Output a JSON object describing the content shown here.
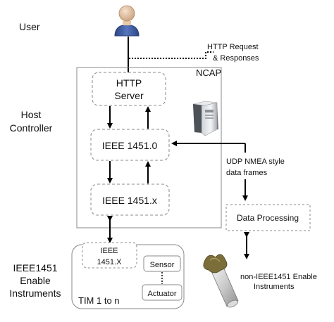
{
  "left_labels": {
    "user": "User",
    "host_line1": "Host",
    "host_line2": "Controller",
    "inst_line1": "IEEE1451",
    "inst_line2": "Enable",
    "inst_line3": "Instruments"
  },
  "annotations": {
    "http_line1": "HTTP Request",
    "http_line2": "& Responses",
    "udp_line1": "UDP NMEA style",
    "udp_line2": "data frames",
    "non_ieee_line1": "non-IEEE1451 Enable",
    "non_ieee_line2": "Instruments"
  },
  "ncap": {
    "label": "NCAP",
    "http_line1": "HTTP",
    "http_line2": "Server",
    "ieee_1451_0": "IEEE 1451.0",
    "ieee_1451_x": "IEEE 1451.x"
  },
  "data_processing": "Data Processing",
  "tim": {
    "ieee_line1": "IEEE",
    "ieee_line2": "1451.X",
    "sensor": "Sensor",
    "actuator": "Actuator",
    "label": "TIM 1 to n"
  },
  "icons": [
    "user-icon",
    "server-icon",
    "sensor-probe-icon"
  ],
  "colors": {
    "user_body": "#3d5a9c",
    "user_head": "#e8c9a8",
    "box_border": "#888888",
    "arrow": "#000000"
  }
}
